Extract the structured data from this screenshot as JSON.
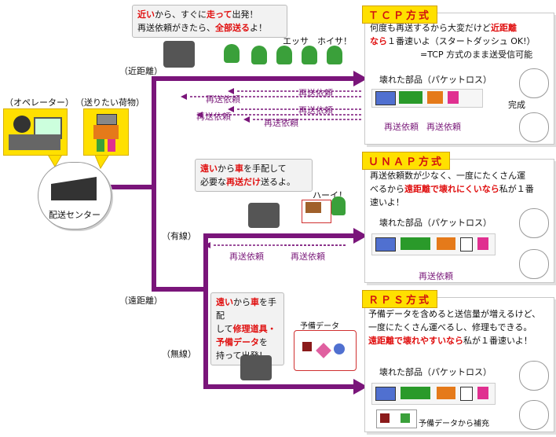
{
  "top_bubble": {
    "line1_a": "近い",
    "line1_b": "から、すぐに",
    "line1_c": "走って",
    "line1_d": "出発！",
    "line2_a": "再送依頼がきたら、",
    "line2_b": "全部送る",
    "line2_c": "よ！"
  },
  "runners_text": "エッサ　ホイサ！",
  "labels": {
    "near": "（近距離）",
    "wired": "（有線）",
    "far": "（遠距離）",
    "wireless": "（無線）",
    "operator": "（オペレーター）",
    "cargo": "（送りたい荷物）",
    "center": "配送センター"
  },
  "resend": "再送依頼",
  "mid_bubble": {
    "a": "遠い",
    "b": "から",
    "c": "車",
    "d": "を手配して",
    "e": "必要な",
    "f": "再送だけ",
    "g": "送るよ。"
  },
  "hai": "ハーイ！",
  "bot_bubble": {
    "a": "遠い",
    "b": "から",
    "c": "車",
    "d": "を手配",
    "e": "して",
    "f": "修理道具・",
    "g": "予備データ",
    "h": "を",
    "i": "持って出発！"
  },
  "spare_label": "予備データ",
  "tcp": {
    "title": "ＴＣＰ方式",
    "l1a": "何度も再送するから大変だけど",
    "l1b": "近距離",
    "l2a": "なら",
    "l2b": "１番速いよ（スタートダッシュ OK!）",
    "l3": "=TCP 方式のまま送受信可能",
    "broken": "壊れた部品（パケットロス）",
    "done": "完成"
  },
  "unap": {
    "title": "ＵＮＡＰ方式",
    "l1": "再送依頼数が少なく、一度にたくさん運",
    "l2a": "べるから",
    "l2b": "遠距離で壊れにくいなら",
    "l2c": "私が１番",
    "l3": "速いよ！",
    "broken": "壊れた部品（パケットロス）"
  },
  "rps": {
    "title": "ＲＰＳ方式",
    "l1": "予備データを含めると送信量が増えるけど、",
    "l2": "一度にたくさん運べるし、修理もできる。",
    "l3a": "遠距離で壊れやすいなら",
    "l3b": "私が１番速いよ！",
    "broken": "壊れた部品（パケットロス）",
    "spare": "予備データから補充"
  },
  "colors": {
    "purple": "#7a157a",
    "yellow": "#ffe000",
    "red": "#e01010"
  }
}
